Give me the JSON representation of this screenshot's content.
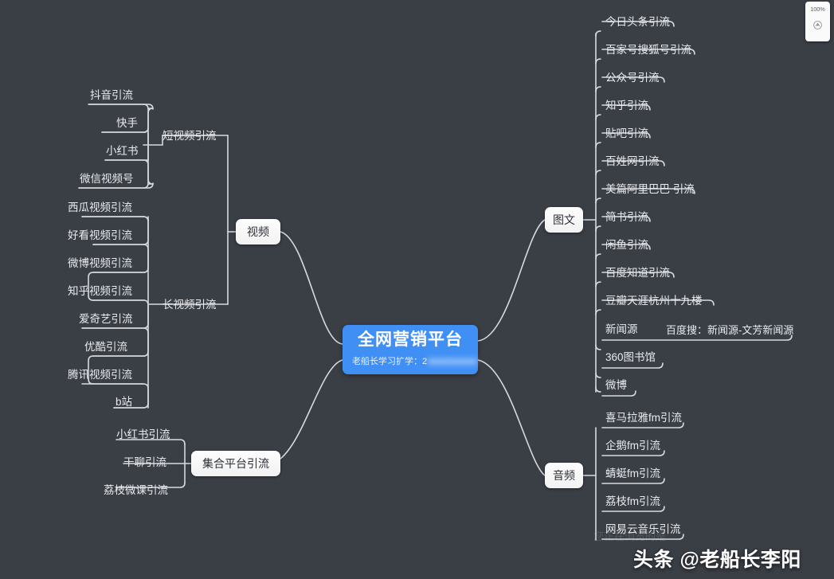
{
  "canvas": {
    "background": "#3a3e45",
    "link_color": "#d7dadd"
  },
  "root": {
    "title": "全网营销平台",
    "subtitle_prefix": "老船长学习扩学：2",
    "subtitle_blurred": "●●●●●●●●●",
    "accent": "#3f8ff5"
  },
  "branches": [
    {
      "name": "video",
      "label": "视频",
      "subbranches": [
        {
          "name": "short-video",
          "label": "短视频引流",
          "items": [
            "抖音引流",
            "快手",
            "小红书",
            "微信视频号"
          ]
        },
        {
          "name": "long-video",
          "label": "长视频引流",
          "items": [
            "西瓜视频引流",
            "好看视频引流",
            "微博视频引流",
            "知乎视频引流",
            "爱奇艺引流",
            "优酷引流",
            "腾讯视频引流",
            "b站"
          ]
        }
      ]
    },
    {
      "name": "aggregate-platform",
      "label": "集合平台引流",
      "items": [
        "小红书引流",
        "干聊引流",
        "荔枝微课引流"
      ]
    },
    {
      "name": "graphic-text",
      "label": "图文",
      "items": [
        {
          "label": "今日头条引流",
          "note": ""
        },
        {
          "label": "百家号搜狐号引流",
          "note": ""
        },
        {
          "label": "公众号引流",
          "note": ""
        },
        {
          "label": "知乎引流",
          "note": ""
        },
        {
          "label": "贴吧引流",
          "note": ""
        },
        {
          "label": "百姓网引流",
          "note": ""
        },
        {
          "label": "美篇阿里巴巴 引流",
          "note": ""
        },
        {
          "label": "简书引流",
          "note": ""
        },
        {
          "label": "闲鱼引流",
          "note": ""
        },
        {
          "label": "百度知道引流",
          "note": ""
        },
        {
          "label": "豆瓣天涯杭州十九楼",
          "note": ""
        },
        {
          "label": "新闻源",
          "note": "百度搜：新闻源-文芳新闻源"
        },
        {
          "label": "360图书馆",
          "note": ""
        },
        {
          "label": "微博",
          "note": ""
        }
      ]
    },
    {
      "name": "audio",
      "label": "音频",
      "items": [
        "喜马拉雅fm引流",
        "企鹅fm引流",
        "蜻蜓fm引流",
        "荔枝fm引流",
        "网易云音乐引流"
      ]
    }
  ],
  "zoom_widget": {
    "level": "100%",
    "fit_icon": "fit-screen-icon"
  },
  "watermark": {
    "text": "头条 @老船长李阳",
    "faint_text": "您正在浏览的是"
  }
}
